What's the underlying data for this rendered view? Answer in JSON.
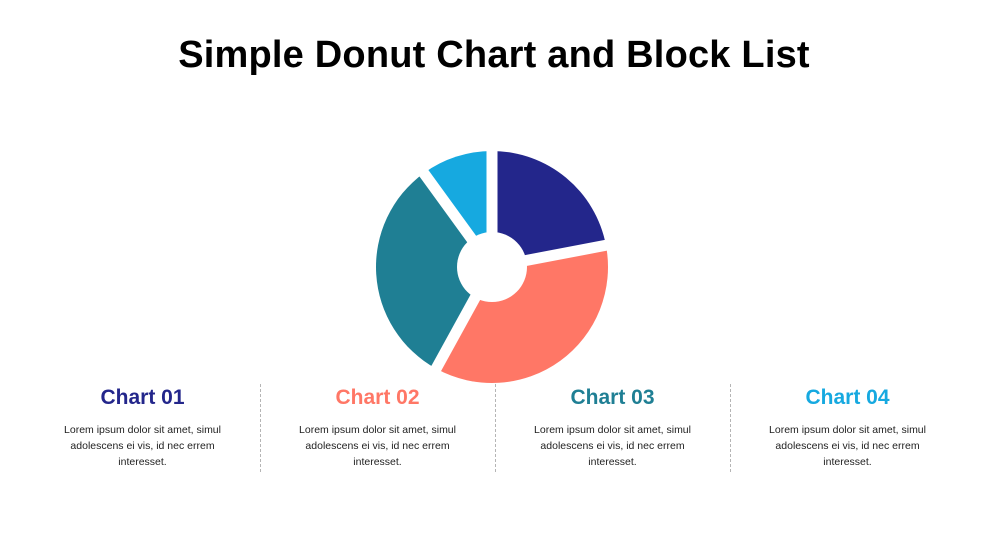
{
  "title": "Simple Donut Chart and Block List",
  "chart_data": {
    "type": "pie",
    "donut": true,
    "title": "",
    "series": [
      {
        "name": "Chart 01",
        "value": 22,
        "color": "#23268b"
      },
      {
        "name": "Chart 02",
        "value": 36,
        "color": "#ff7766"
      },
      {
        "name": "Chart 03",
        "value": 32,
        "color": "#1f7f94"
      },
      {
        "name": "Chart 04",
        "value": 10,
        "color": "#16a9e0"
      }
    ]
  },
  "blocks": [
    {
      "title": "Chart 01",
      "color": "#23268b",
      "text": "Lorem ipsum dolor sit amet, simul adolescens ei vis, id nec errem interesset."
    },
    {
      "title": "Chart 02",
      "color": "#ff7766",
      "text": "Lorem ipsum dolor sit amet, simul adolescens ei vis, id nec errem interesset."
    },
    {
      "title": "Chart 03",
      "color": "#1f7f94",
      "text": "Lorem ipsum dolor sit amet, simul adolescens ei vis, id nec errem interesset."
    },
    {
      "title": "Chart 04",
      "color": "#16a9e0",
      "text": "Lorem ipsum dolor sit amet, simul adolescens ei vis, id nec errem interesset."
    }
  ]
}
